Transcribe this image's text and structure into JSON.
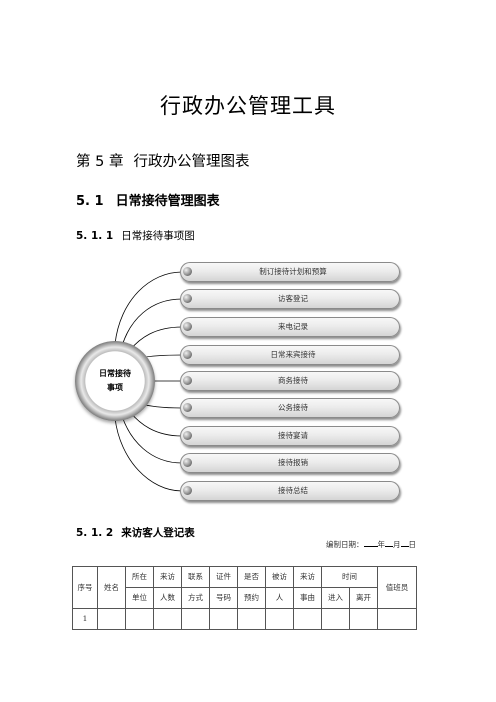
{
  "document": {
    "title": "行政办公管理工具",
    "chapter": {
      "number": "第 5 章",
      "title": "行政办公管理图表"
    },
    "section": {
      "number": "5. 1",
      "title": "日常接待管理图表"
    },
    "subsection1": {
      "number": "5. 1. 1",
      "title": "日常接待事项图"
    },
    "subsection2": {
      "number": "5. 1. 2",
      "title": "来访客人登记表"
    }
  },
  "diagram": {
    "hub_label_line1": "日常接待",
    "hub_label_line2": "事项",
    "items": [
      "制订接待计划和预算",
      "访客登记",
      "来电记录",
      "日常来宾接待",
      "商务接待",
      "公务接待",
      "接待宴请",
      "接待报销",
      "接待总结"
    ]
  },
  "table": {
    "date_prefix": "编制日期：",
    "date_year": "年",
    "date_month": "月",
    "date_day": "日",
    "headers": {
      "seq": "序号",
      "name": "姓名",
      "unit_top": "所在",
      "unit_bottom": "单位",
      "count_top": "来访",
      "count_bottom": "人数",
      "contact_top": "联系",
      "contact_bottom": "方式",
      "id_top": "证件",
      "id_bottom": "号码",
      "appt_top": "是否",
      "appt_bottom": "预约",
      "visited_top": "被访",
      "visited_bottom": "人",
      "reason_top": "来访",
      "reason_bottom": "事由",
      "time": "时间",
      "enter": "进入",
      "leave": "离开",
      "duty": "值班员"
    },
    "first_row_seq": "1"
  }
}
